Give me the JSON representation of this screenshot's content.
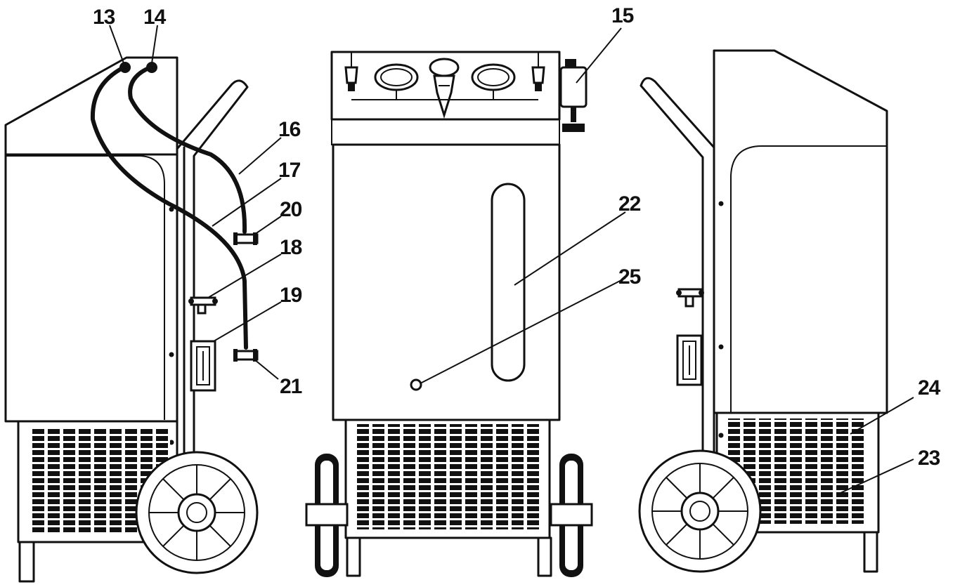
{
  "callouts": [
    {
      "id": "13",
      "text": "13"
    },
    {
      "id": "14",
      "text": "14"
    },
    {
      "id": "15",
      "text": "15"
    },
    {
      "id": "16",
      "text": "16"
    },
    {
      "id": "17",
      "text": "17"
    },
    {
      "id": "18",
      "text": "18"
    },
    {
      "id": "19",
      "text": "19"
    },
    {
      "id": "20",
      "text": "20"
    },
    {
      "id": "21",
      "text": "21"
    },
    {
      "id": "22",
      "text": "22"
    },
    {
      "id": "23",
      "text": "23"
    },
    {
      "id": "24",
      "text": "24"
    },
    {
      "id": "25",
      "text": "25"
    }
  ],
  "colors": {
    "ink": "#111111",
    "paper": "#ffffff"
  }
}
